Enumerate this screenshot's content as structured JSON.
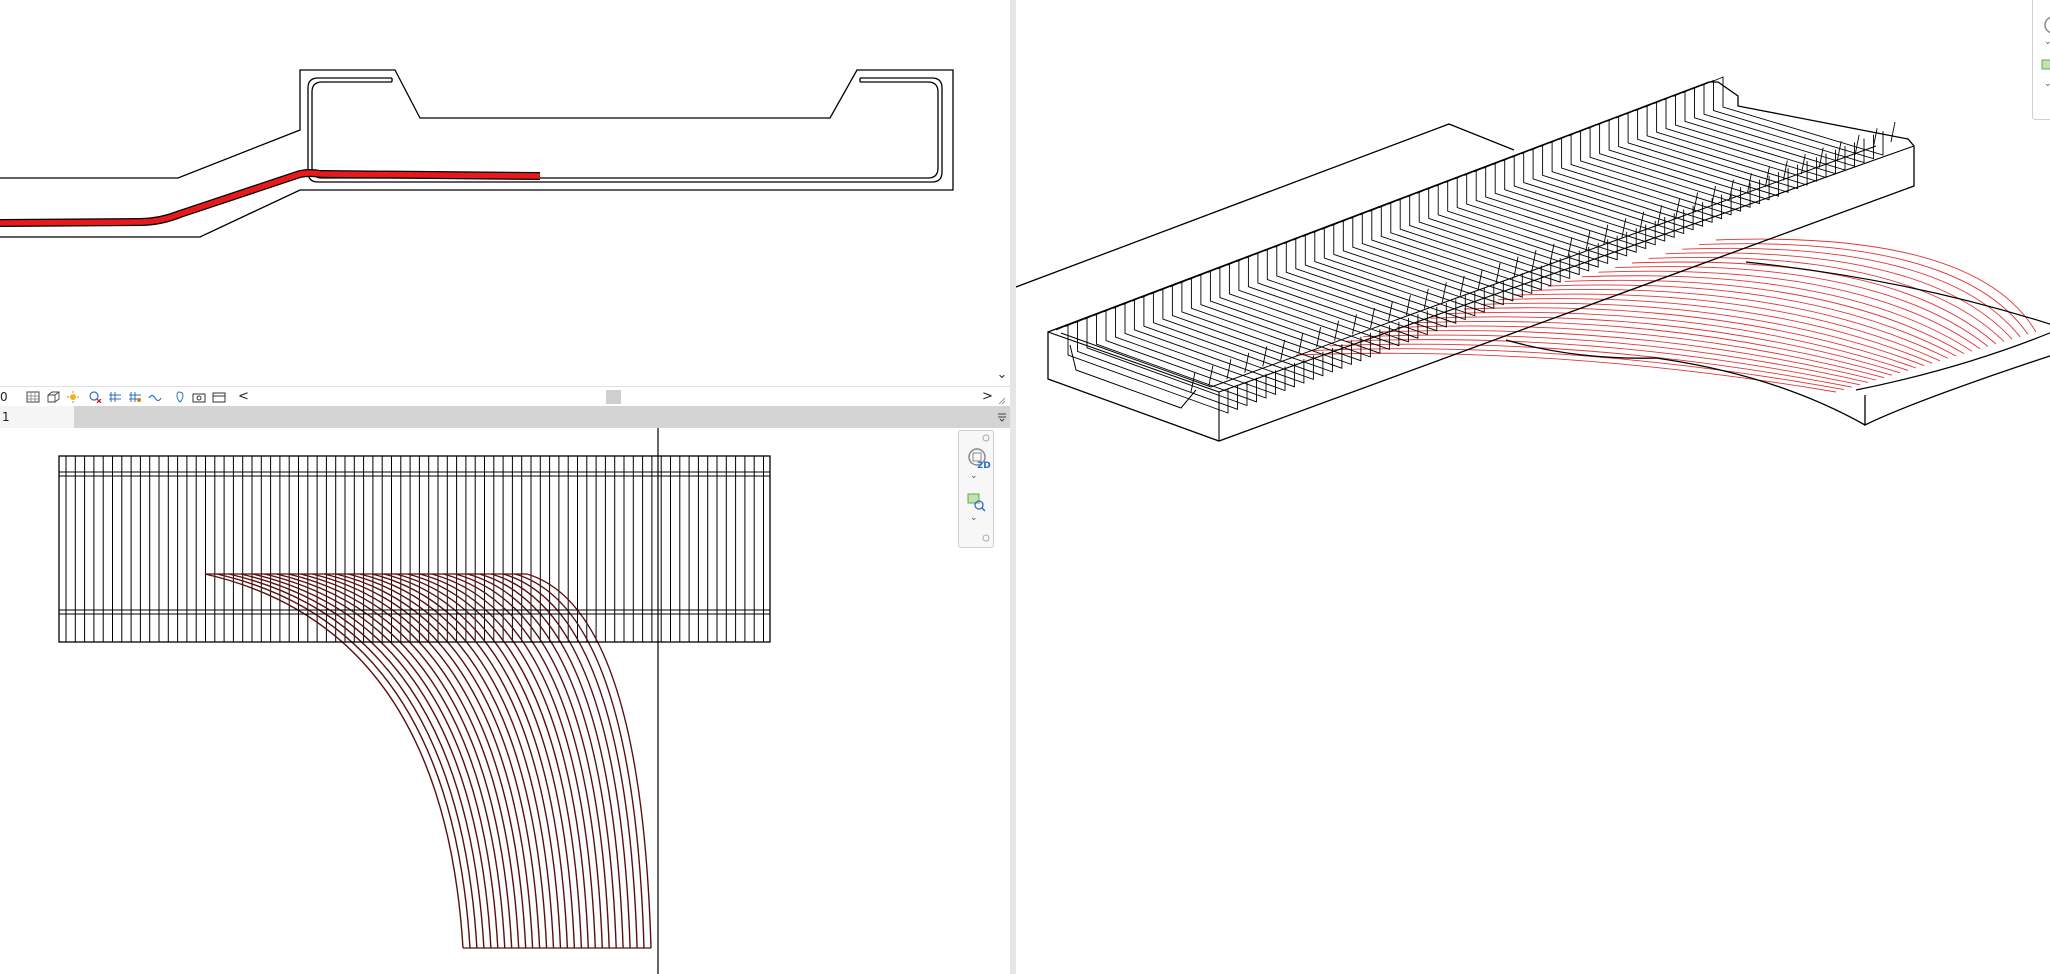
{
  "toolbar": {
    "zoom_value": "0",
    "icons": [
      "hatch-icon",
      "box-icon",
      "sun-icon",
      "delete-element-icon",
      "grid-icon",
      "grid-add-icon",
      "wave-icon",
      "pin-icon",
      "camera-icon",
      "frame-icon"
    ],
    "scroll_left": "<",
    "scroll_right": ">"
  },
  "tab": {
    "name_field": "1"
  },
  "navigation": {
    "view_2d_label": "2D",
    "menu_arrow": "⌄"
  },
  "colors": {
    "rebar_red": "#e8191b",
    "hatch_red": "#e23434",
    "plan_hatch": "#5a0f0f",
    "outline": "#000000"
  }
}
